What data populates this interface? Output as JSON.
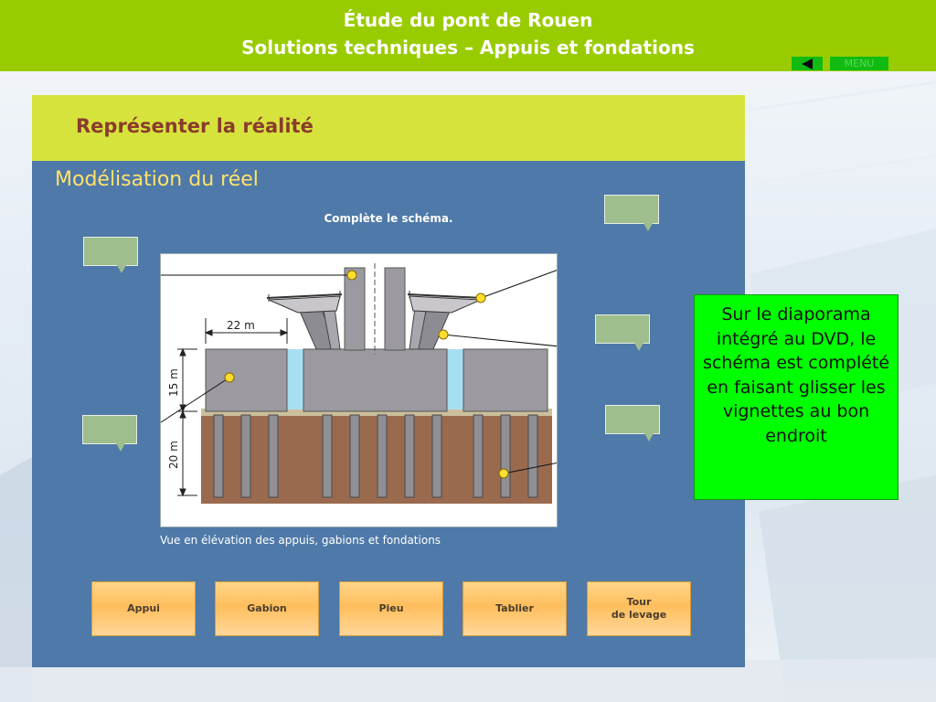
{
  "header": {
    "title_line1": "Étude du pont de Rouen",
    "title_line2": "Solutions techniques – Appuis et fondations",
    "menu_label": "MENU"
  },
  "panel": {
    "title": "Représenter la réalité",
    "subtitle": "Modélisation du réel",
    "instruction": "Complète le schéma.",
    "caption": "Vue en élévation des appuis, gabions et fondations"
  },
  "diagram": {
    "dim_width": "22 m",
    "dim_height_top": "15 m",
    "dim_height_bottom": "20 m"
  },
  "note": {
    "text": "Sur le diaporama intégré au DVD, le schéma est complété en faisant glisser les vignettes au bon endroit"
  },
  "buttons": [
    {
      "label": "Appui"
    },
    {
      "label": "Gabion"
    },
    {
      "label": "Pieu"
    },
    {
      "label": "Tablier"
    },
    {
      "label": "Tour\nde levage"
    }
  ],
  "colors": {
    "header_bg": "#99cc00",
    "panel_bg": "#4e79a8",
    "panel_top_bg": "#d6e33c",
    "note_bg": "#00ff00",
    "button_bg": "#ffbe5c"
  }
}
